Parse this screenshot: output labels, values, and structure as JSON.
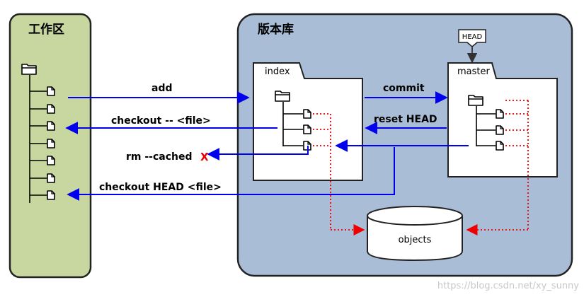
{
  "workspace": {
    "title": "工作区"
  },
  "repository": {
    "title": "版本库"
  },
  "head_tag": "HEAD",
  "index": {
    "label": "index"
  },
  "master": {
    "label": "master"
  },
  "objects": {
    "label": "objects"
  },
  "arrows": {
    "add": "add",
    "checkout_file": "checkout -- <file>",
    "rm_cached": "rm --cached",
    "rm_cached_x": "X",
    "checkout_head_file": "checkout HEAD <file>",
    "commit": "commit",
    "reset_head": "reset HEAD"
  },
  "watermark": "https://blog.csdn.net/xy_sunny",
  "colors": {
    "workspace_fill": "#c8d6a0",
    "repo_fill": "#aabdd6",
    "arrow_blue": "#0000ee",
    "dotted_red": "#ee0000"
  }
}
